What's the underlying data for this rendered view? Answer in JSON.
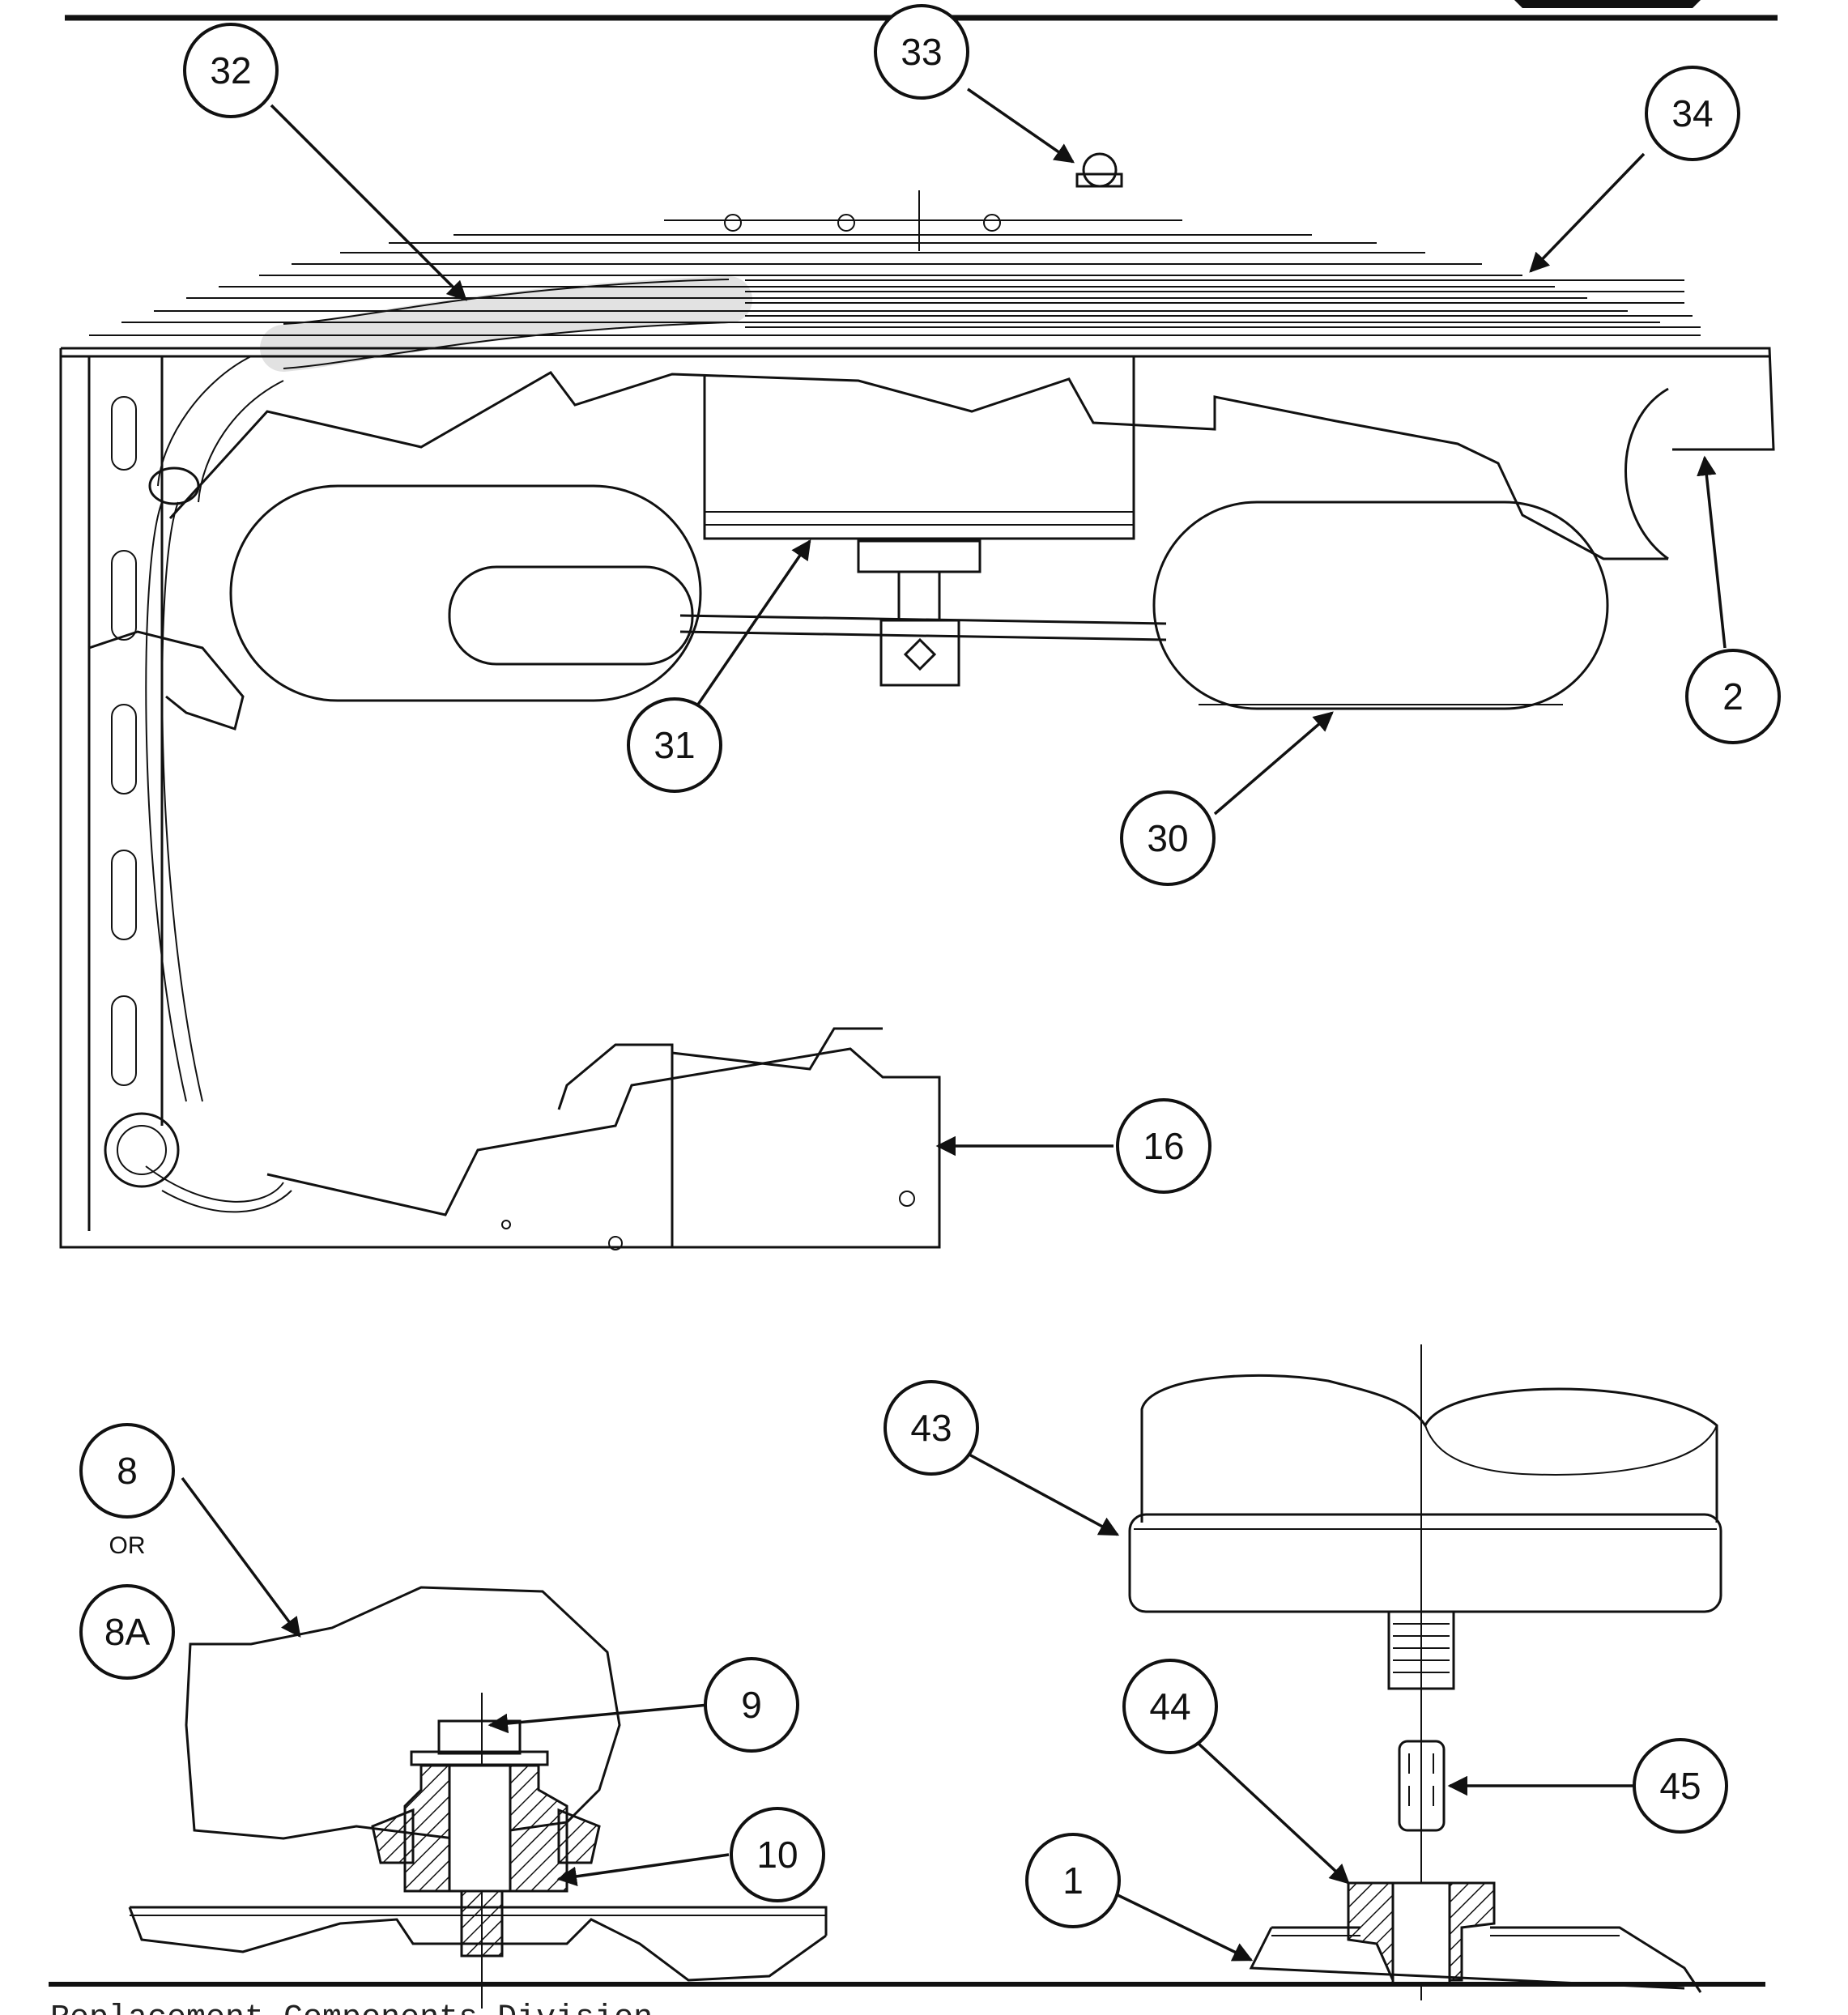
{
  "header": {
    "title_fragment": ""
  },
  "callouts": [
    {
      "id": "c32",
      "label": "32"
    },
    {
      "id": "c33",
      "label": "33"
    },
    {
      "id": "c34",
      "label": "34"
    },
    {
      "id": "c2",
      "label": "2"
    },
    {
      "id": "c31",
      "label": "31"
    },
    {
      "id": "c30",
      "label": "30"
    },
    {
      "id": "c16",
      "label": "16"
    },
    {
      "id": "c43",
      "label": "43"
    },
    {
      "id": "c8",
      "label": "8"
    },
    {
      "id": "c8a",
      "label": "8A"
    },
    {
      "id": "c9",
      "label": "9"
    },
    {
      "id": "c10",
      "label": "10"
    },
    {
      "id": "c44",
      "label": "44"
    },
    {
      "id": "c45",
      "label": "45"
    },
    {
      "id": "c1",
      "label": "1"
    }
  ],
  "or_label": "OR",
  "footer": {
    "text": "Replacement Components Division"
  }
}
